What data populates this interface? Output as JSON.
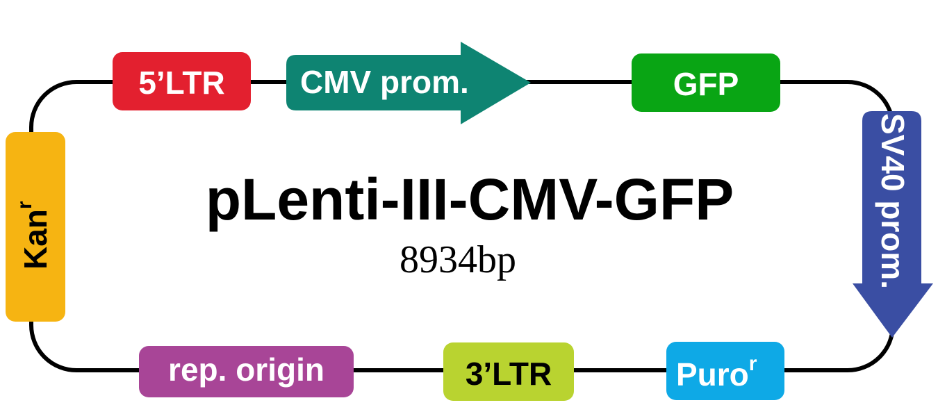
{
  "plasmid": {
    "name": "pLenti-III-CMV-GFP",
    "size": "8934bp"
  },
  "features": {
    "ltr5": {
      "label": "5’LTR",
      "color": "#e3202f"
    },
    "cmv": {
      "label": "CMV prom.",
      "color": "#0e8472"
    },
    "gfp": {
      "label": "GFP",
      "color": "#09a514"
    },
    "sv40": {
      "label": "SV40 prom.",
      "color": "#3a4ea3"
    },
    "puro": {
      "label": "Puro",
      "superscript": "r",
      "color": "#0ea9e6"
    },
    "ltr3": {
      "label": "3’LTR",
      "color": "#b9d330"
    },
    "ori": {
      "label": "rep. origin",
      "color": "#a84597"
    },
    "kan": {
      "label": "Kan",
      "superscript": "r",
      "color": "#f6b412"
    }
  }
}
